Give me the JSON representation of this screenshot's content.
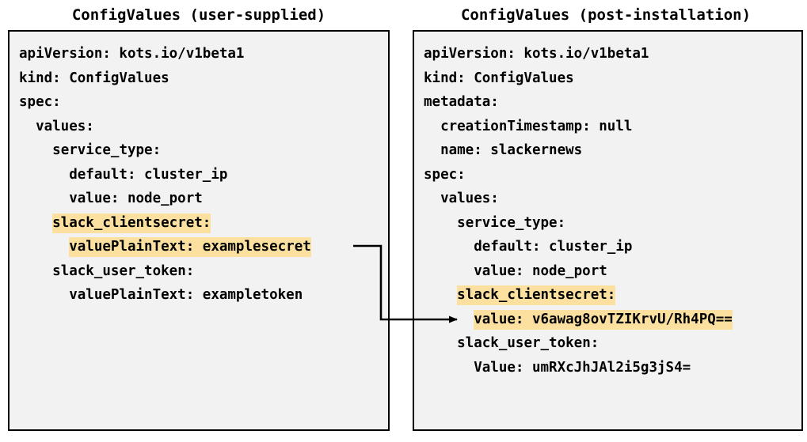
{
  "panels": [
    {
      "title": "ConfigValues (user-supplied)",
      "lines": [
        {
          "text": "apiVersion: kots.io/v1beta1",
          "highlight": false
        },
        {
          "text": "kind: ConfigValues",
          "highlight": false
        },
        {
          "text": "spec:",
          "highlight": false
        },
        {
          "text": "  values:",
          "highlight": false
        },
        {
          "text": "    service_type:",
          "highlight": false
        },
        {
          "text": "      default: cluster_ip",
          "highlight": false
        },
        {
          "text": "      value: node_port",
          "highlight": false
        },
        {
          "text": "    slack_clientsecret:",
          "highlight": true
        },
        {
          "text": "      valuePlainText: examplesecret",
          "highlight": true
        },
        {
          "text": "    slack_user_token:",
          "highlight": false
        },
        {
          "text": "      valuePlainText: exampletoken",
          "highlight": false
        }
      ]
    },
    {
      "title": "ConfigValues (post-installation)",
      "lines": [
        {
          "text": "apiVersion: kots.io/v1beta1",
          "highlight": false
        },
        {
          "text": "kind: ConfigValues",
          "highlight": false
        },
        {
          "text": "metadata:",
          "highlight": false
        },
        {
          "text": "  creationTimestamp: null",
          "highlight": false
        },
        {
          "text": "  name: slackernews",
          "highlight": false
        },
        {
          "text": "spec:",
          "highlight": false
        },
        {
          "text": "  values:",
          "highlight": false
        },
        {
          "text": "    service_type:",
          "highlight": false
        },
        {
          "text": "      default: cluster_ip",
          "highlight": false
        },
        {
          "text": "      value: node_port",
          "highlight": false
        },
        {
          "text": "    slack_clientsecret:",
          "highlight": true
        },
        {
          "text": "      value: v6awag8ovTZIKrvU/Rh4PQ==",
          "highlight": true
        },
        {
          "text": "    slack_user_token:",
          "highlight": false
        },
        {
          "text": "      Value: umRXcJhJAl2i5g3jS4=",
          "highlight": false
        }
      ]
    }
  ],
  "connector": {
    "name": "secret-encryption-arrow",
    "from_label": "valuePlainText: examplesecret",
    "to_label": "value: v6awag8ovTZIKrvU/Rh4PQ=="
  },
  "colors": {
    "highlight": "#fce0a0",
    "box_background": "#f2f2f2",
    "box_border": "#000000",
    "text": "#000000",
    "page_background": "#ffffff"
  }
}
